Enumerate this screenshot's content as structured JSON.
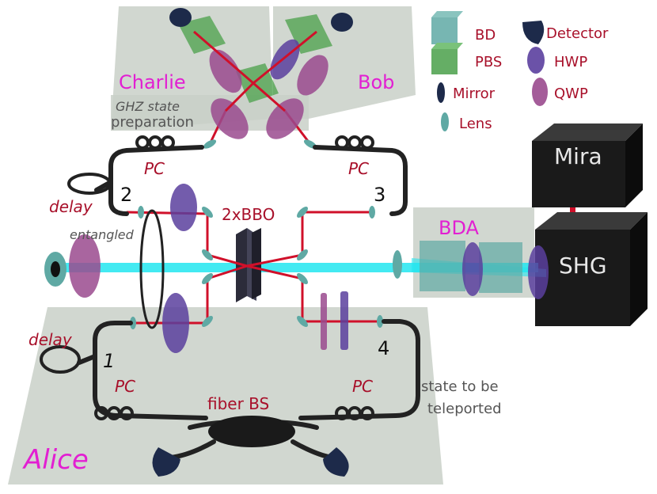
{
  "labels": {
    "charlie": "Charlie",
    "bob": "Bob",
    "alice": "Alice",
    "ghz_line1": "GHZ state",
    "ghz_line2": "preparation",
    "pc_top_left": "PC",
    "pc_top_right": "PC",
    "pc_bottom_left": "PC",
    "pc_bottom_right": "PC",
    "delay_top": "delay",
    "delay_bottom": "delay",
    "entangled": "entangled",
    "bbo": "2xBBO",
    "bda": "BDA",
    "mira": "Mira",
    "shg": "SHG",
    "fiber_bs": "fiber BS",
    "port1": "1",
    "port2": "2",
    "port3": "3",
    "port4": "4",
    "teleport_line1": "state to be",
    "teleport_line2": "teleported"
  },
  "legend": {
    "bd": "BD",
    "pbs": "PBS",
    "mirror": "Mirror",
    "lens": "Lens",
    "detector": "Detector",
    "hwp": "HWP",
    "qwp": "QWP"
  },
  "colors": {
    "bd": "#5fa9a4",
    "pbs": "#4aa04a",
    "hwp": "#5b3f9e",
    "qwp": "#9a4a8e",
    "detector": "#1d2a4a",
    "beam_red": "#d0102a",
    "beam_cyan": "#22e6f0",
    "fiber": "#222222",
    "panel": "#c9d0c8",
    "box": "#1a1a1a"
  }
}
